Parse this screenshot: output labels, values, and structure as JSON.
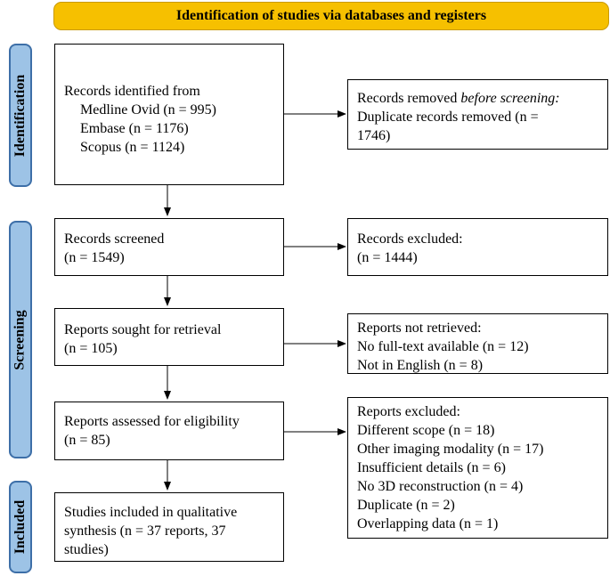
{
  "header": {
    "title": "Identification of studies via databases and registers"
  },
  "phases": {
    "identification": "Identification",
    "screening": "Screening",
    "included": "Included"
  },
  "identified": {
    "title": "Records identified from",
    "sources": [
      "Medline Ovid (n = 995)",
      "Embase (n = 1176)",
      "Scopus (n = 1124)"
    ]
  },
  "removed": {
    "line1_prefix": "Records removed ",
    "line1_italic": "before screening:",
    "line2": "Duplicate records removed (n =",
    "line3": "1746)"
  },
  "screened": {
    "line1": "Records screened",
    "line2": "(n = 1549)"
  },
  "excluded_records": {
    "line1": "Records excluded:",
    "line2": "(n = 1444)"
  },
  "sought": {
    "line1": "Reports sought for retrieval",
    "line2": "(n = 105)"
  },
  "not_retrieved": {
    "line1": "Reports not retrieved:",
    "line2": "No full-text available (n = 12)",
    "line3": "Not in English (n = 8)"
  },
  "assessed": {
    "line1": "Reports assessed for eligibility",
    "line2": "(n = 85)"
  },
  "reports_excluded": {
    "title": "Reports excluded:",
    "reasons": [
      "Different scope (n = 18)",
      "Other imaging modality (n = 17)",
      "Insufficient details (n = 6)",
      "No 3D reconstruction (n = 4)",
      "Duplicate (n = 2)",
      "Overlapping data (n = 1)"
    ]
  },
  "included": {
    "line1": "Studies included in qualitative",
    "line2": "synthesis (n = 37 reports, 37",
    "line3": "studies)"
  }
}
